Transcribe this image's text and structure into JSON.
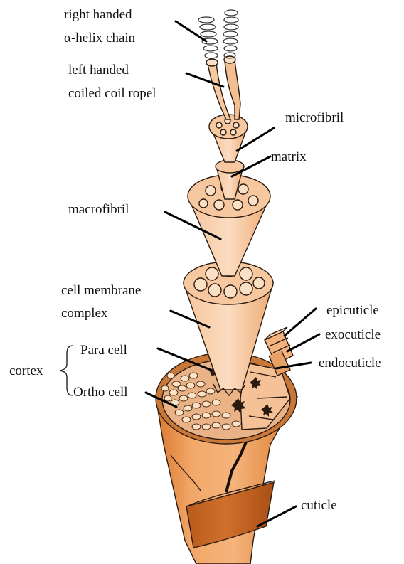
{
  "labels": {
    "helix_line1": "right handed",
    "helix_line2": "α-helix chain",
    "coil_line1": "left handed",
    "coil_line2": "coiled coil ropel",
    "microfibril": "microfibril",
    "matrix": "matrix",
    "macrofibril": "macrofibril",
    "cmc_line1": "cell membrane",
    "cmc_line2": "complex",
    "epicuticle": "epicuticle",
    "exocuticle": "exocuticle",
    "endocuticle": "endocuticle",
    "cortex": "cortex",
    "para_cell": "Para cell",
    "ortho_cell": "Ortho cell",
    "cuticle": "cuticle"
  },
  "colors": {
    "fiber_light": "#f9d8b8",
    "fiber_mid": "#f3b37e",
    "fiber_dark": "#d9782f",
    "cuticle_band": "#c96420",
    "outline": "#2a1a10"
  }
}
